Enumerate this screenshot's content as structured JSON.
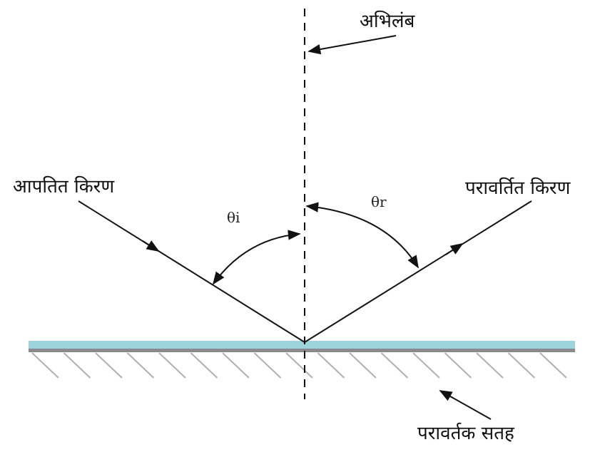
{
  "labels": {
    "normal": "अभिलंब",
    "incident_ray": "आपतित किरण",
    "reflected_ray": "परावर्तित किरण",
    "reflecting_surface": "परावर्तक सतह",
    "angle_incidence": "θi",
    "angle_reflection": "θr"
  },
  "colors": {
    "surface_top": "#9fd3dc",
    "surface_base": "#8a8a8e",
    "hatch": "#b0b0b0",
    "lines": "#111111"
  }
}
